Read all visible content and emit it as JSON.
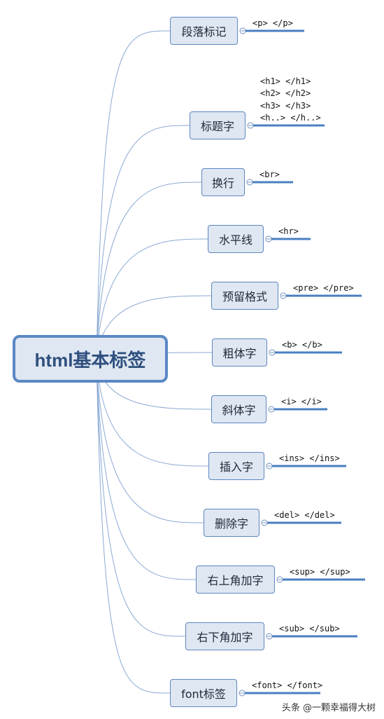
{
  "root": {
    "label": "html基本标签"
  },
  "branches": [
    {
      "label": "段落标记",
      "tags": [
        "<p> </p>"
      ]
    },
    {
      "label": "标题字",
      "tags": [
        "<h1> </h1>",
        "<h2> </h2>",
        "<h3> </h3>",
        "<h..> </h..>"
      ]
    },
    {
      "label": "换行",
      "tags": [
        "<br>"
      ]
    },
    {
      "label": "水平线",
      "tags": [
        "<hr>"
      ]
    },
    {
      "label": "预留格式",
      "tags": [
        "<pre> </pre>"
      ]
    },
    {
      "label": "粗体字",
      "tags": [
        "<b> </b>"
      ]
    },
    {
      "label": "斜体字",
      "tags": [
        "<i> </i>"
      ]
    },
    {
      "label": "插入字",
      "tags": [
        "<ins> </ins>"
      ]
    },
    {
      "label": "删除字",
      "tags": [
        "<del> </del>"
      ]
    },
    {
      "label": "右上角加字",
      "tags": [
        "<sup> </sup>"
      ]
    },
    {
      "label": "右下角加字",
      "tags": [
        "<sub> </sub>"
      ]
    },
    {
      "label": "font标签",
      "tags": [
        "<font> </font>"
      ]
    }
  ],
  "watermark": "头条 @一颗幸福得大树",
  "colors": {
    "node_fill": "#dfe7f2",
    "node_border": "#5d86bf",
    "connector": "#4a7fc1",
    "root_text": "#2e4f7e"
  }
}
